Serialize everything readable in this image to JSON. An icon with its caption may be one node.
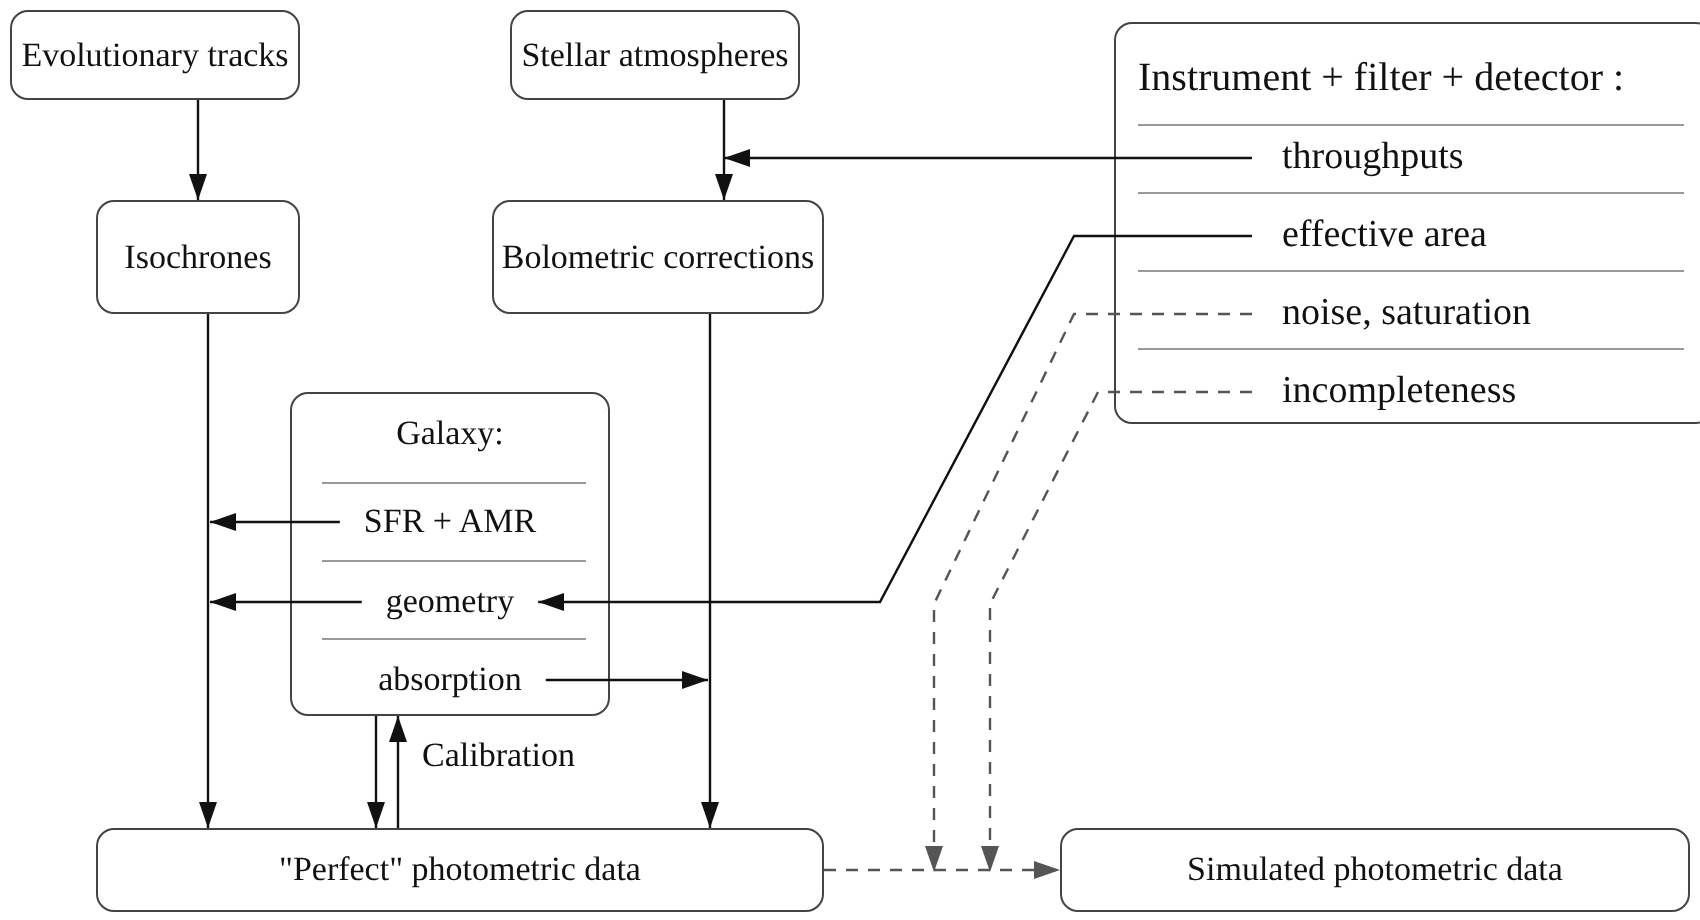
{
  "diagram": {
    "nodes": [
      {
        "text": [
          "Evolutionary tracks"
        ]
      },
      {
        "text": [
          "Stellar atmospheres"
        ]
      },
      {
        "text": [
          "Instrument + filter + detector :"
        ]
      },
      {
        "text": [
          "throughputs"
        ],
        "in": 2
      },
      {
        "text": [
          "effective area"
        ],
        "in": 2
      },
      {
        "text": [
          "noise, saturation"
        ],
        "in": 2
      },
      {
        "text": [
          "incompleteness"
        ],
        "in": 2
      },
      {
        "text": [
          "Isochrones"
        ]
      },
      {
        "text": [
          "Bolometric corrections"
        ]
      },
      {
        "text": [
          "Galaxy:"
        ]
      },
      {
        "text": [
          "SFR + AMR"
        ],
        "in": 9
      },
      {
        "text": [
          "geometry"
        ],
        "in": 9
      },
      {
        "text": [
          "absorption"
        ],
        "in": 9
      },
      {
        "text": [
          "\"Perfect\" photometric data"
        ]
      },
      {
        "text": [
          "Simulated photometric data"
        ]
      }
    ],
    "edges": [
      {
        "from": 0,
        "to": 7,
        "arrow": "to"
      },
      {
        "from": 1,
        "to": 8,
        "arrow": "to"
      },
      {
        "from": 3,
        "to": 8,
        "arrow": "to"
      },
      {
        "from": 4,
        "to": 11,
        "arrow": "to"
      },
      {
        "from": 10,
        "to": null,
        "arrow": "to"
      },
      {
        "from": 11,
        "to": null,
        "arrow": "to"
      },
      {
        "from": 12,
        "to": null,
        "arrow": "to"
      },
      {
        "from": 7,
        "to": 13,
        "arrow": "to"
      },
      {
        "from": 8,
        "to": 13,
        "arrow": "to"
      },
      {
        "from": 9,
        "to": 13,
        "arrow": "to"
      },
      {
        "from": 13,
        "to": 9,
        "arrow": "to",
        "label": "Calibration"
      },
      {
        "from": 5,
        "to": null,
        "arrow": "to",
        "style": "dashed",
        "color": "#555555"
      },
      {
        "from": 6,
        "to": null,
        "arrow": "to",
        "style": "dashed",
        "color": "#555555"
      },
      {
        "from": 13,
        "to": 14,
        "arrow": "to",
        "style": "dashed",
        "color": "#555555"
      }
    ]
  }
}
